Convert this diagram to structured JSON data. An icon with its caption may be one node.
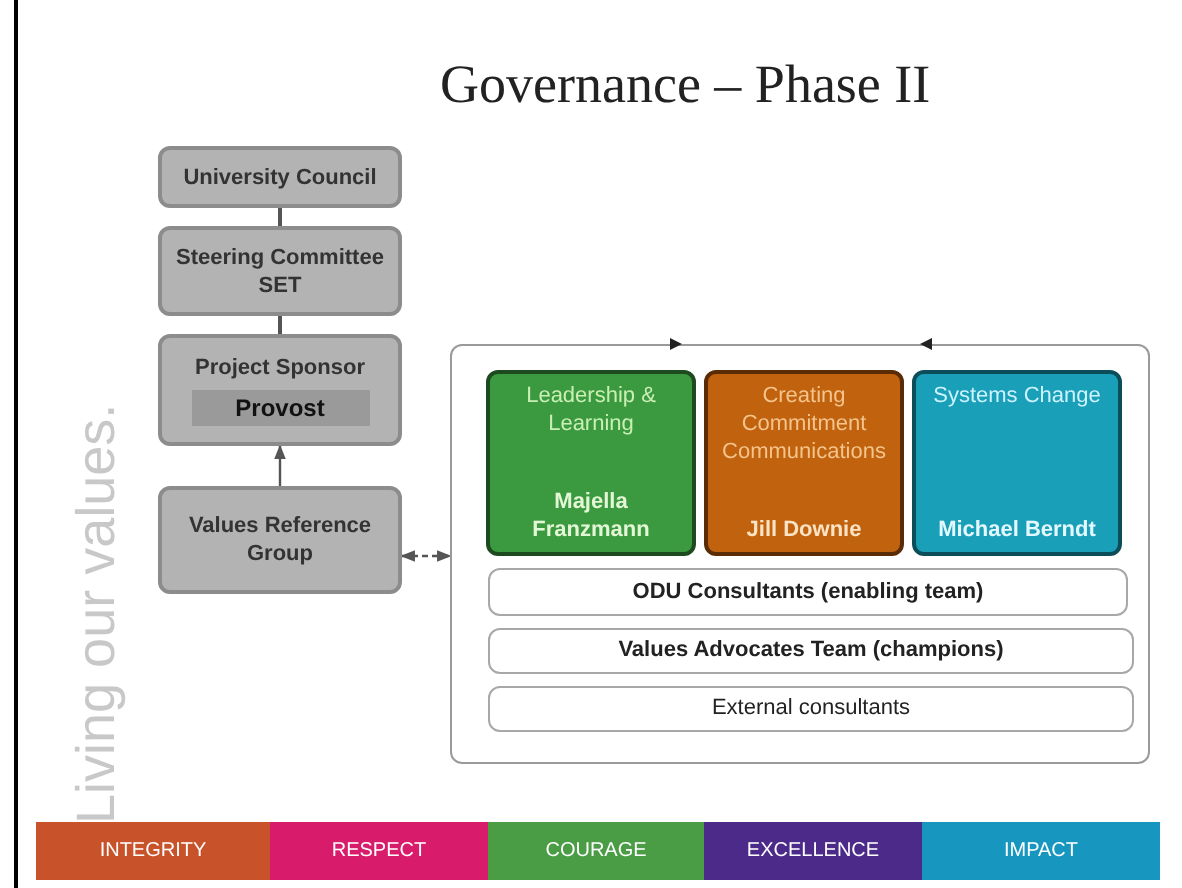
{
  "diagram": {
    "title": "Governance – Phase II",
    "nodes": [
      {
        "text": [
          "University Council"
        ]
      },
      {
        "text": [
          "Steering Committee SET"
        ]
      },
      {
        "text": [
          "Project Sponsor",
          "Provost"
        ]
      },
      {
        "text": [
          "Values Reference Group"
        ]
      },
      {
        "text": [],
        "shape": "box"
      },
      {
        "text": [
          "Leadership & Learning",
          "Majella Franzmann"
        ],
        "in": 4
      },
      {
        "text": [
          "Creating Commitment Communications",
          "Jill Downie"
        ],
        "in": 4
      },
      {
        "text": [
          "Systems Change",
          "Michael Berndt"
        ],
        "in": 4
      },
      {
        "text": [
          "ODU Consultants  (enabling team)"
        ],
        "in": 4
      },
      {
        "text": [
          "Values Advocates Team (champions)"
        ],
        "in": 4
      },
      {
        "text": [
          "External consultants"
        ],
        "in": 4
      }
    ],
    "edges": [
      {
        "from": 0,
        "to": 1,
        "arrow": "none"
      },
      {
        "from": 1,
        "to": 2,
        "arrow": "none"
      },
      {
        "from": 3,
        "to": 2,
        "arrow": "to"
      },
      {
        "from": 3,
        "to": 4,
        "arrow": "both",
        "style": "dashed"
      }
    ],
    "labels": [
      "Living our values.",
      "INTEGRITY",
      "RESPECT",
      "COURAGE",
      "EXCELLENCE",
      "IMPACT"
    ]
  }
}
